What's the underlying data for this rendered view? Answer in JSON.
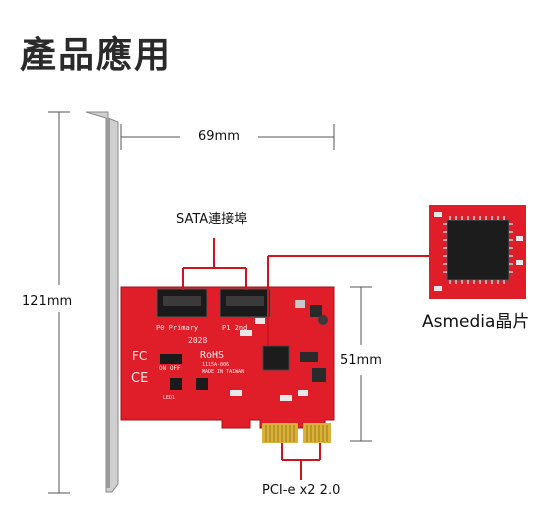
{
  "page": {
    "title": "產品應用"
  },
  "diagram": {
    "width_label": "69mm",
    "height_label": "121mm",
    "card_height_label": "51mm",
    "sata_label": "SATA連接埠",
    "chip_label": "Asmedia晶片",
    "bus_label": "PCI-e x2 2.0"
  },
  "board": {
    "port_labels": [
      "P0 Primary",
      "P1 2nd"
    ],
    "rohs": "RoHS",
    "part_no": "1115A-006",
    "made_in": "MADE IN TAIWAN",
    "switch_label": "ON  OFF",
    "led_label": "LED1",
    "fc_mark": "FC",
    "ce_mark": "CE",
    "date_code": "2028"
  },
  "colors": {
    "pcb": "#e01e2a",
    "pcb_dark": "#b8141c",
    "bracket": "#c9c9c9",
    "gold": "#d8b23a",
    "callout_line": "#d0141c",
    "dim_line": "#555555"
  }
}
